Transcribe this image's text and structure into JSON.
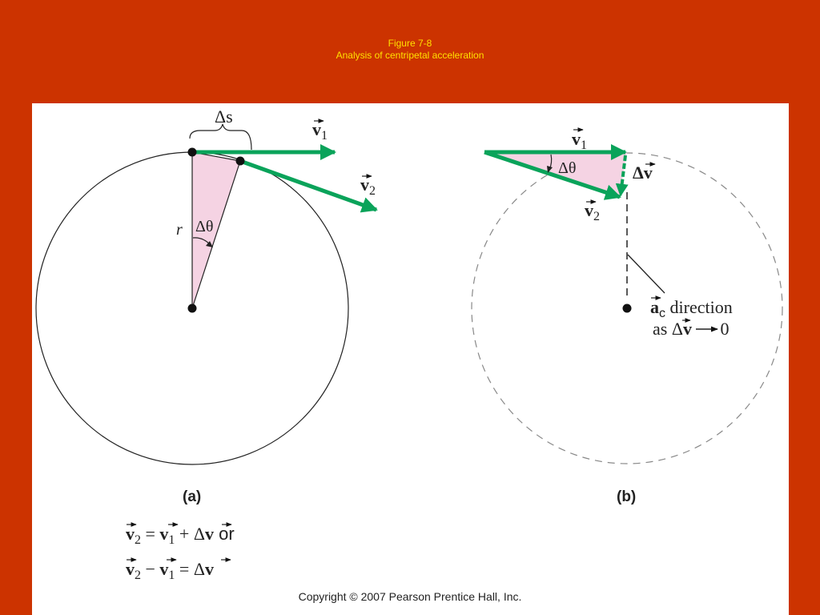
{
  "title": {
    "line1": "Figure 7-8",
    "line2": "Analysis of centripetal acceleration"
  },
  "colors": {
    "background": "#cc3300",
    "title": "#ffe000",
    "vector_green": "#0aa35a",
    "wedge_pink": "#f5d3e3"
  },
  "panel_a": {
    "label": "(a)",
    "arc_label": "Δs",
    "radius_label": "r",
    "angle_label": "Δθ",
    "v1_label": "v",
    "v1_sub": "1",
    "v2_label": "v",
    "v2_sub": "2"
  },
  "panel_b": {
    "label": "(b)",
    "v1_label": "v",
    "v1_sub": "1",
    "v2_label": "v",
    "v2_sub": "2",
    "angle_label": "Δθ",
    "dv_label": "Δv",
    "ac_symbol": "a",
    "ac_sub": "c",
    "ac_line1_rest": " direction",
    "ac_line2_prefix": "as Δ",
    "ac_line2_v": "v",
    "ac_line2_suffix": " 0"
  },
  "equations": {
    "eq1_lhs_v": "v",
    "eq1_lhs_sub": "2",
    "eq1_eq": " = ",
    "eq1_v1": "v",
    "eq1_v1_sub": "1",
    "eq1_plus": " + Δ",
    "eq1_dv": "v",
    "eq1_or": " or",
    "eq2_v2": "v",
    "eq2_v2_sub": "2",
    "eq2_minus": " − ",
    "eq2_v1": "v",
    "eq2_v1_sub": "1",
    "eq2_eq": " = Δ",
    "eq2_dv": "v"
  },
  "copyright": "Copyright © 2007 Pearson Prentice Hall, Inc."
}
